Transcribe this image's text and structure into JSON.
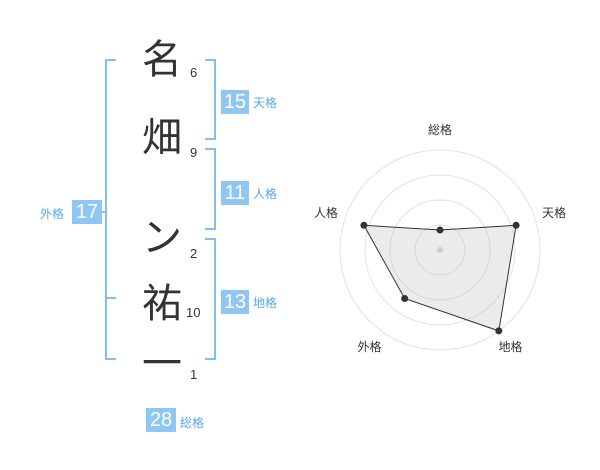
{
  "name": {
    "chars": [
      "名",
      "畑",
      "ン",
      "祐",
      "一"
    ],
    "strokes": [
      "6",
      "9",
      "2",
      "10",
      "1"
    ]
  },
  "kakusu": {
    "tenkaku": {
      "value": "15",
      "label": "天格"
    },
    "jinkaku": {
      "value": "11",
      "label": "人格"
    },
    "chikaku": {
      "value": "13",
      "label": "地格"
    },
    "gaikaku": {
      "value": "17",
      "label": "外格"
    },
    "soukaku": {
      "value": "28",
      "label": "総格"
    }
  },
  "colors": {
    "accent": "#8fc6f2",
    "bracket": "#7fc0ee",
    "label_text": "#5aa7e8"
  },
  "chart_data": {
    "type": "radar",
    "axes": [
      "総格",
      "天格",
      "地格",
      "外格",
      "人格"
    ],
    "values": [
      1,
      4,
      5,
      3,
      4
    ],
    "max": 5,
    "rings": 4
  }
}
